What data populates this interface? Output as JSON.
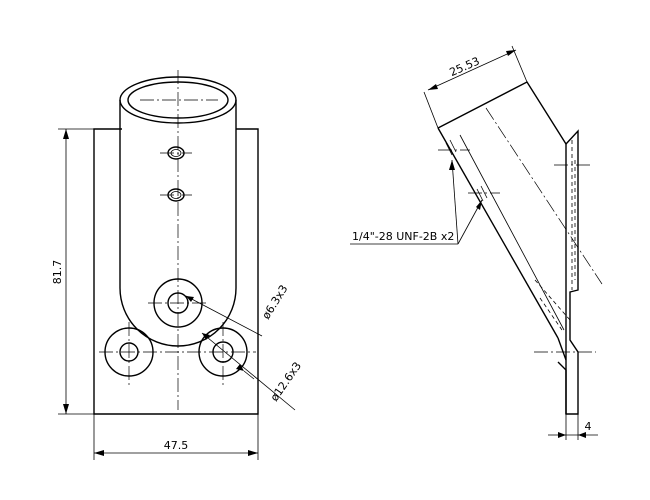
{
  "dimensions": {
    "height_left": "81.7",
    "width_bottom": "47.5",
    "hole_small": "ø6.3x3",
    "hole_large": "ø12.6x3",
    "tube_diameter": "25.53",
    "thread_callout": "1/4\"-28 UNF-2B x2",
    "plate_thickness": "4"
  }
}
